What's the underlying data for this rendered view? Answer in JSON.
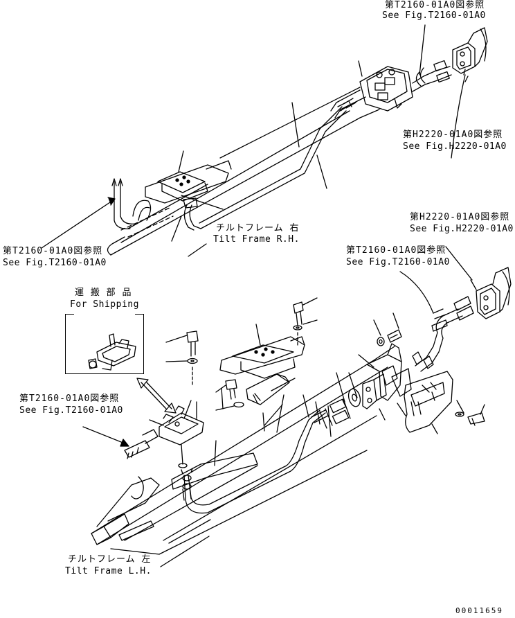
{
  "labels": {
    "ref_top_right_jp": "第T2160-01A0図参照",
    "ref_top_right_en": "See Fig.T2160-01A0",
    "ref_h2220_upper_jp": "第H2220-01A0図参照",
    "ref_h2220_upper_en": "See Fig.H2220-01A0",
    "ref_top_left_jp": "第T2160-01A0図参照",
    "ref_top_left_en": "See Fig.T2160-01A0",
    "tilt_rh_jp": "チルトフレーム 右",
    "tilt_rh_en": "Tilt Frame R.H.",
    "ref_h2220_lower_jp": "第H2220-01A0図参照",
    "ref_h2220_lower_en": "See Fig.H2220-01A0",
    "ref_mid_right_jp": "第T2160-01A0図参照",
    "ref_mid_right_en": "See Fig.T2160-01A0",
    "shipping_jp": "運 搬 部 品",
    "shipping_en": "For Shipping",
    "ref_mid_left_jp": "第T2160-01A0図参照",
    "ref_mid_left_en": "See Fig.T2160-01A0",
    "tilt_lh_jp": "チルトフレーム 左",
    "tilt_lh_en": "Tilt Frame L.H.",
    "drawing_number": "00011659"
  },
  "colors": {
    "ink": "#000000",
    "paper": "#ffffff"
  }
}
